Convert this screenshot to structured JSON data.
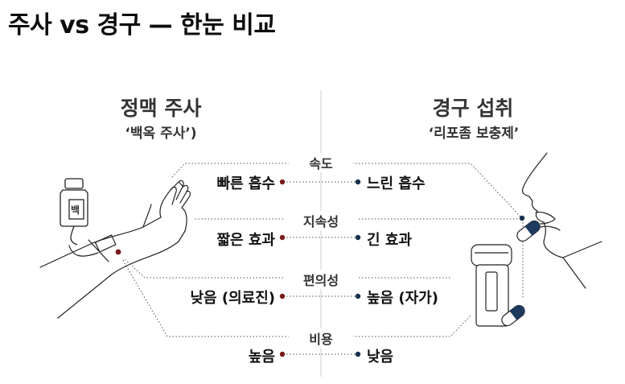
{
  "title": "주사 vs 경구 — 한눈 비교",
  "left": {
    "heading": "정맥 주사",
    "subheading": "‘백옥 주사’)"
  },
  "right": {
    "heading": "경구 섭취",
    "subheading": "‘리포좀 보충제’"
  },
  "vial_label": "백",
  "rows": [
    {
      "category": "속도",
      "left_value": "빠른 흡수",
      "right_value": "느린 흡수"
    },
    {
      "category": "지속성",
      "left_value": "짧은 효과",
      "right_value": "긴 효과"
    },
    {
      "category": "편의성",
      "left_value": "낮음 (의료진)",
      "right_value": "높음 (자가)"
    },
    {
      "category": "비용",
      "left_value": "높음",
      "right_value": "낮음"
    }
  ],
  "colors": {
    "left_dot": "#7a1a1a",
    "right_dot": "#17304f",
    "capsule": "#1d3a5f",
    "line": "#444444"
  },
  "icons": [
    "iv-vial-icon",
    "arm-iv-icon",
    "face-profile-icon",
    "supplement-bottle-icon",
    "capsule-icon"
  ]
}
